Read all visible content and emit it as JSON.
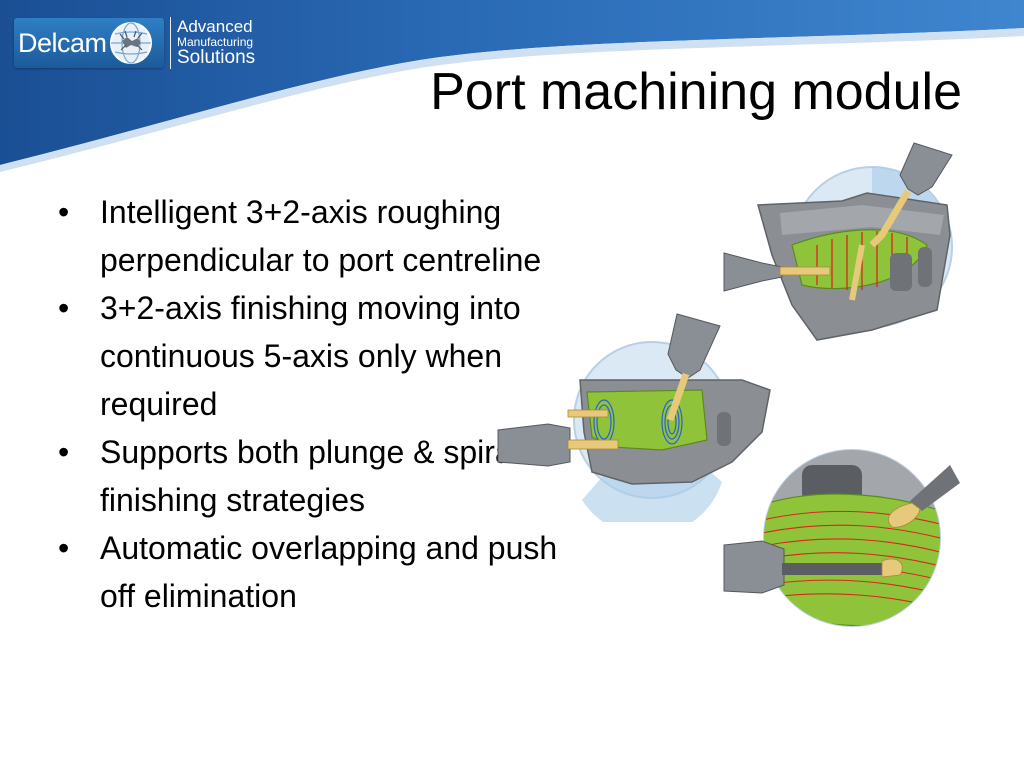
{
  "header": {
    "logo": {
      "brand": "Delcam",
      "tagline_line1": "Advanced",
      "tagline_line2": "Manufacturing",
      "tagline_line3": "Solutions"
    },
    "title": "Port machining module"
  },
  "bullets": [
    {
      "marker": "•",
      "text": "Intelligent 3+2-axis roughing perpendicular to port centreline"
    },
    {
      "marker": "•",
      "text": "3+2-axis finishing moving into continuous 5-axis only when required"
    },
    {
      "marker": "•",
      "text": "Supports both plunge & spiral finishing strategies"
    },
    {
      "marker": "•",
      "text": "Automatic overlapping and push off elimination"
    }
  ],
  "figures": [
    {
      "icon": "port-roughing-render"
    },
    {
      "icon": "port-finishing-render"
    },
    {
      "icon": "port-spiral-finishing-render"
    }
  ],
  "colors": {
    "header_blue": "#1f5fa8",
    "header_light": "#cfe0f2",
    "toolpath_green": "#8fc43a",
    "toolpath_red": "#d9261c",
    "tool_grey": "#8a8f96"
  }
}
